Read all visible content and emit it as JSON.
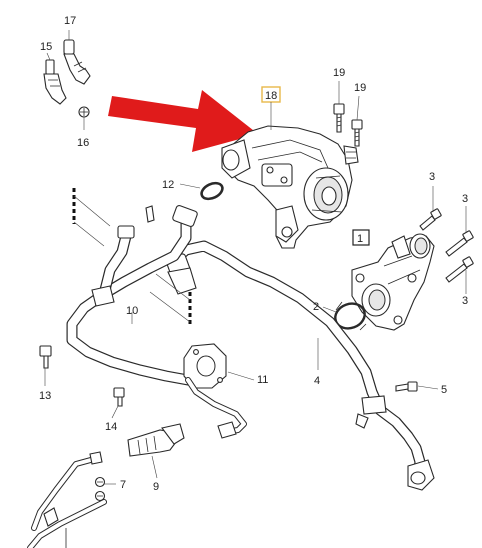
{
  "callouts": {
    "c1": "1",
    "c2": "2",
    "c3a": "3",
    "c3b": "3",
    "c3c": "3",
    "c4": "4",
    "c5": "5",
    "c7": "7",
    "c9": "9",
    "c10": "10",
    "c11": "11",
    "c12": "12",
    "c13": "13",
    "c14": "14",
    "c15": "15",
    "c16": "16",
    "c17": "17",
    "c18": "18",
    "c19a": "19",
    "c19b": "19"
  },
  "colors": {
    "arrow": "#e01b1b",
    "highlight_box": "#e8b84a",
    "line": "#2a2a2a"
  }
}
